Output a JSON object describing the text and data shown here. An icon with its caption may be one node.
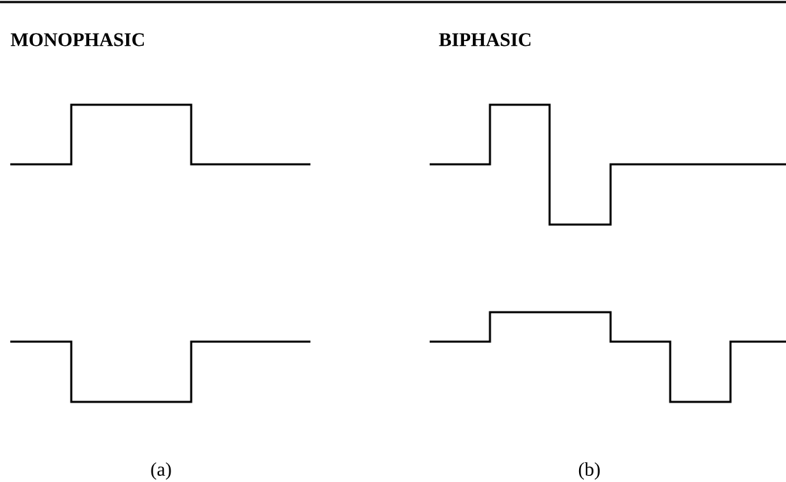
{
  "diagram": {
    "labels": [
      "MONOPHASIC",
      "BIPHASIC",
      "(a)",
      "(b)"
    ]
  }
}
